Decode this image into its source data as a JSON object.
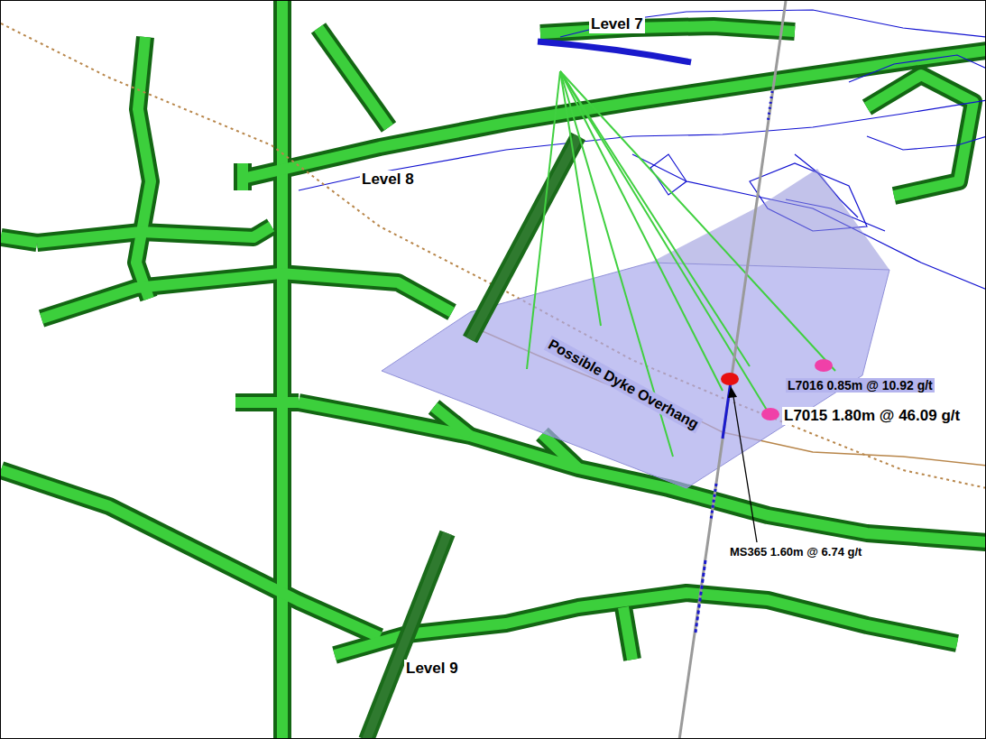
{
  "diagram": {
    "labels": [
      "Level 7",
      "Level 8",
      "Level 9",
      "Possible Dyke Overhang",
      "L7016 0.85m @ 10.92 g/t",
      "L7015 1.80m @ 46.09 g/t",
      "MS365 1.60m @ 6.74 g/t"
    ]
  }
}
